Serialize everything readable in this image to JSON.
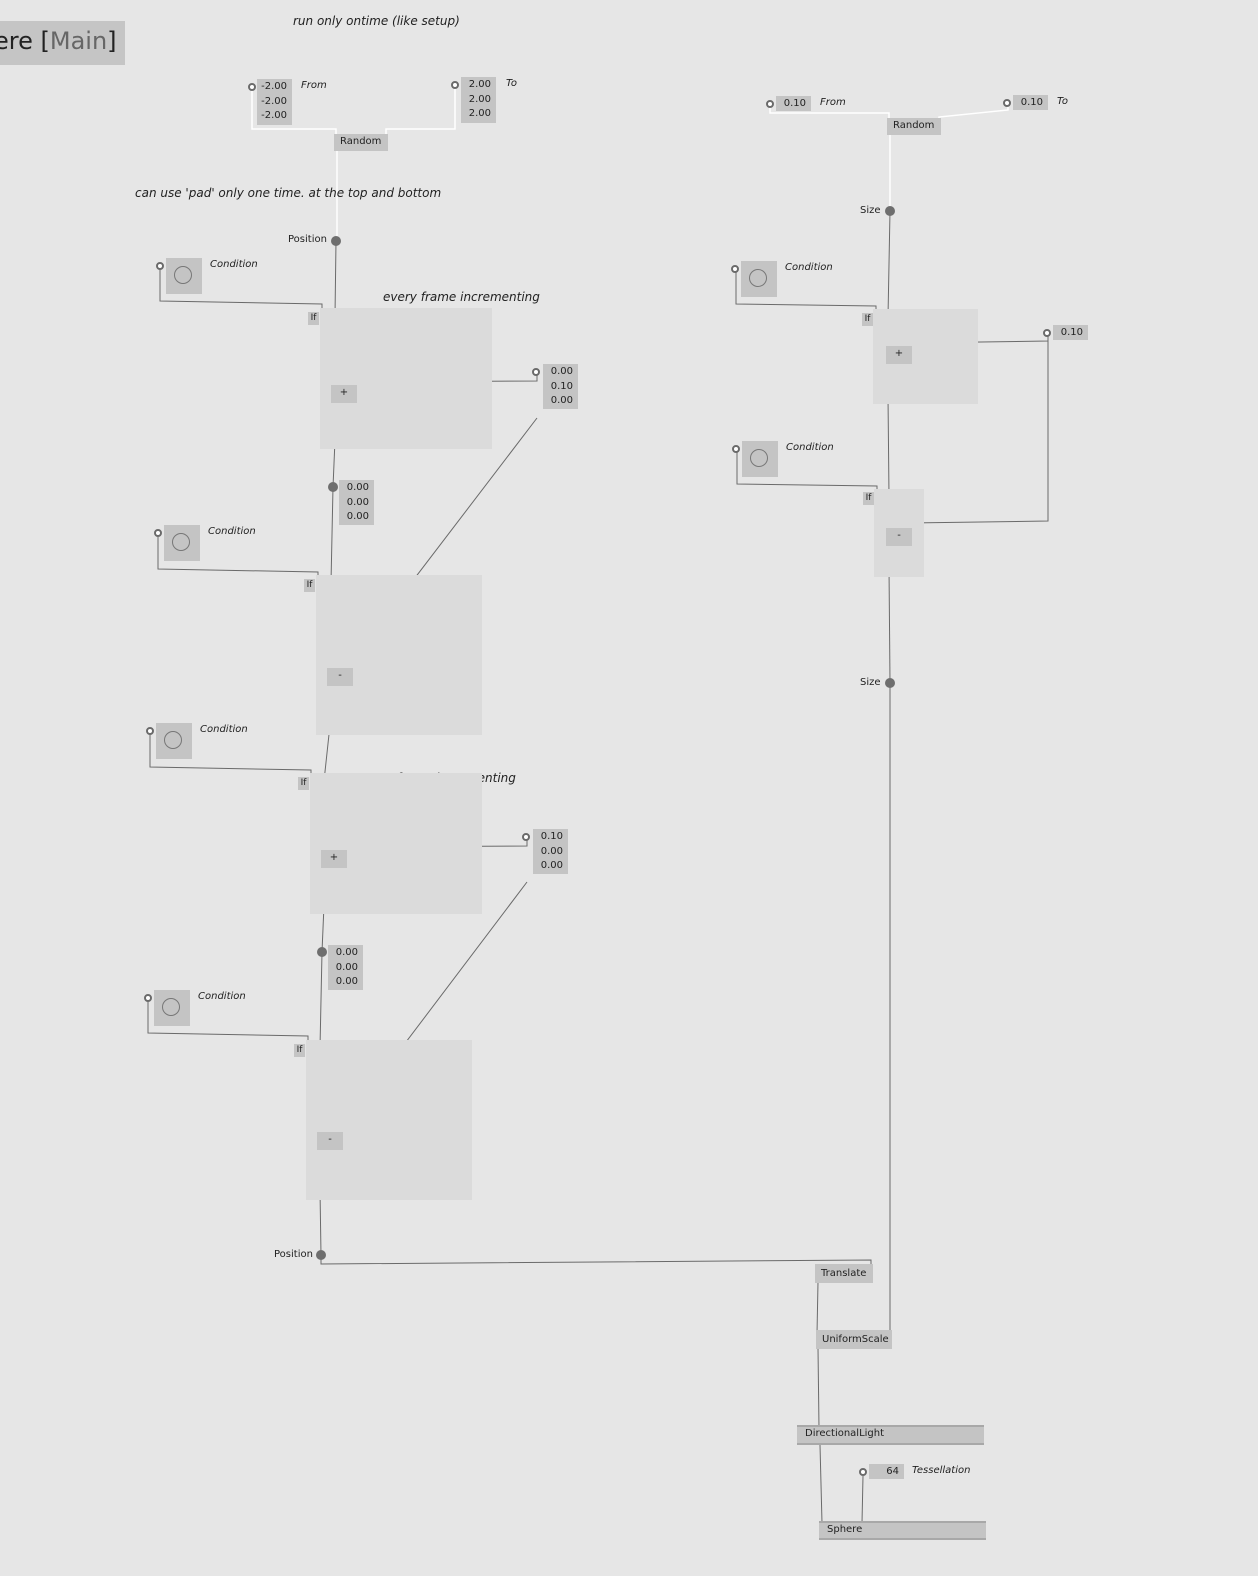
{
  "patch": {
    "title_prefix": "ere [",
    "title_main": "Main",
    "title_suffix": "]"
  },
  "comments": {
    "setup": "run only ontime (like setup)",
    "pad": "can use 'pad' only one time. at the top and bottom",
    "incr1": "every frame incrementing",
    "incr2": "every frame incrementing"
  },
  "labels": {
    "from": "From",
    "to": "To",
    "condition": "Condition",
    "if": "If",
    "position": "Position",
    "size": "Size",
    "tessellation": "Tessellation"
  },
  "nodes": {
    "random": "Random",
    "plus": "+",
    "minus": "-",
    "translate": "Translate",
    "uniform_scale": "UniformScale",
    "directional_light": "DirectionalLight",
    "sphere": "Sphere"
  },
  "values": {
    "pos_from": [
      "-2.00",
      "-2.00",
      "-2.00"
    ],
    "pos_to": [
      "2.00",
      "2.00",
      "2.00"
    ],
    "inc_y": [
      "0.00",
      "0.10",
      "0.00"
    ],
    "pad_top": [
      "0.00",
      "0.00",
      "0.00"
    ],
    "inc_x": [
      "0.10",
      "0.00",
      "0.00"
    ],
    "pad_bottom": [
      "0.00",
      "0.00",
      "0.00"
    ],
    "size_from": "0.10",
    "size_to": "0.10",
    "size_inc": "0.10",
    "tessellation": "64"
  },
  "colors": {
    "background": "#e6e6e6",
    "node": "#c4c4c4",
    "region": "#dbdbdb",
    "wire": "#6a6a6a",
    "white_wire": "#ffffff"
  }
}
